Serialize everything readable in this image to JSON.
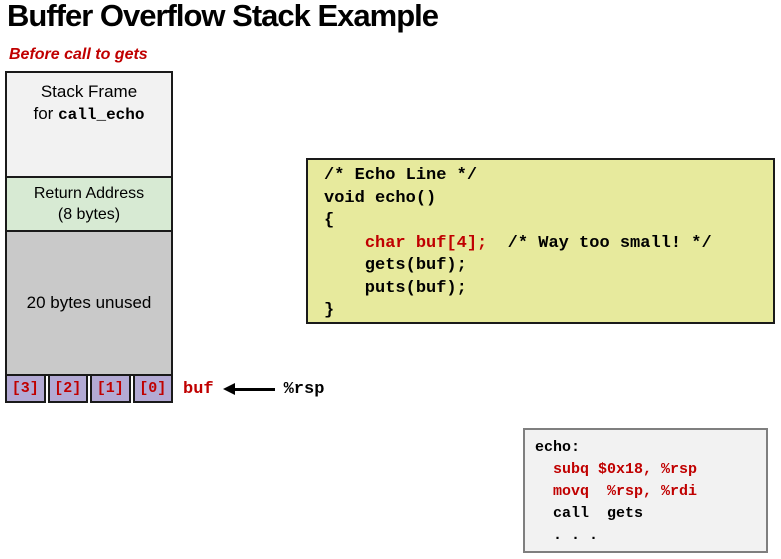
{
  "title": "Buffer Overflow Stack Example",
  "subtitle": "Before call to gets",
  "stack": {
    "frame_line1": "Stack Frame",
    "frame_line2_prefix": "for ",
    "frame_line2_code": "call_echo",
    "return_line1": "Return Address",
    "return_line2": "(8 bytes)",
    "unused_label": "20 bytes unused",
    "buf_cells": [
      "[3]",
      "[2]",
      "[1]",
      "[0]"
    ],
    "buf_label": "buf",
    "rsp_label": "%rsp"
  },
  "code_box": {
    "lines": [
      [
        {
          "t": "/* Echo Line */",
          "c": "black"
        }
      ],
      [
        {
          "t": "void echo()",
          "c": "black"
        }
      ],
      [
        {
          "t": "{",
          "c": "black"
        }
      ],
      [
        {
          "t": "    ",
          "c": "black"
        },
        {
          "t": "char buf[4];",
          "c": "red"
        },
        {
          "t": "  /* Way too small! */",
          "c": "black"
        }
      ],
      [
        {
          "t": "    gets(buf);",
          "c": "black"
        }
      ],
      [
        {
          "t": "    puts(buf);",
          "c": "black"
        }
      ],
      [
        {
          "t": "}",
          "c": "black"
        }
      ]
    ]
  },
  "asm_box": {
    "lines": [
      {
        "t": "echo:",
        "c": "black"
      },
      {
        "t": "  subq $0x18, %rsp",
        "c": "red"
      },
      {
        "t": "  movq  %rsp, %rdi",
        "c": "red"
      },
      {
        "t": "  call  gets",
        "c": "black"
      },
      {
        "t": "  . . .",
        "c": "black"
      }
    ]
  },
  "colors": {
    "accent_red": "#c00000",
    "stack_frame_bg": "#f2f2f2",
    "return_address_bg": "#d7ead3",
    "unused_bg": "#c9c9c9",
    "buf_cell_bg": "#b3aad4",
    "code_box_bg": "#e7ea9d",
    "asm_box_bg": "#f2f2f2",
    "border_black": "#1a1a1a",
    "asm_border_gray": "#7f7f7f"
  }
}
